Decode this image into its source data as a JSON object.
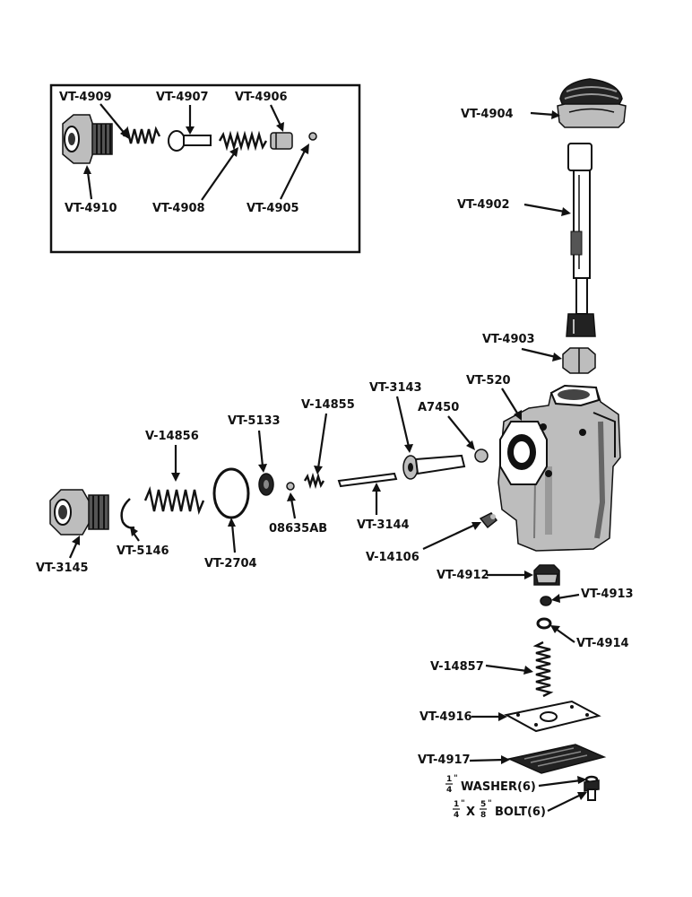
{
  "parts": {
    "vt4909": "VT-4909",
    "vt4907": "VT-4907",
    "vt4906": "VT-4906",
    "vt4910": "VT-4910",
    "vt4908": "VT-4908",
    "vt4905": "VT-4905",
    "vt4904": "VT-4904",
    "vt4902": "VT-4902",
    "vt4903": "VT-4903",
    "vt3143": "VT-3143",
    "vt520": "VT-520",
    "a7450": "A7450",
    "v14855": "V-14855",
    "vt5133": "VT-5133",
    "v14856": "V-14856",
    "p08635ab": "08635AB",
    "vt3144": "VT-3144",
    "v14106": "V-14106",
    "vt3145": "VT-3145",
    "vt5146": "VT-5146",
    "vt2704": "VT-2704",
    "vt4912": "VT-4912",
    "vt4913": "VT-4913",
    "vt4914": "VT-4914",
    "v14857": "V-14857",
    "vt4916": "VT-4916",
    "vt4917": "VT-4917"
  },
  "washer": {
    "fraction_num": "1",
    "fraction_den": "4",
    "inch_mark": "\"",
    "text": "WASHER(6)"
  },
  "bolt": {
    "frac1_num": "1",
    "frac1_den": "4",
    "inch1": "\"",
    "times": "X",
    "frac2_num": "5",
    "frac2_den": "8",
    "inch2": "\"",
    "text": "BOLT(6)"
  }
}
